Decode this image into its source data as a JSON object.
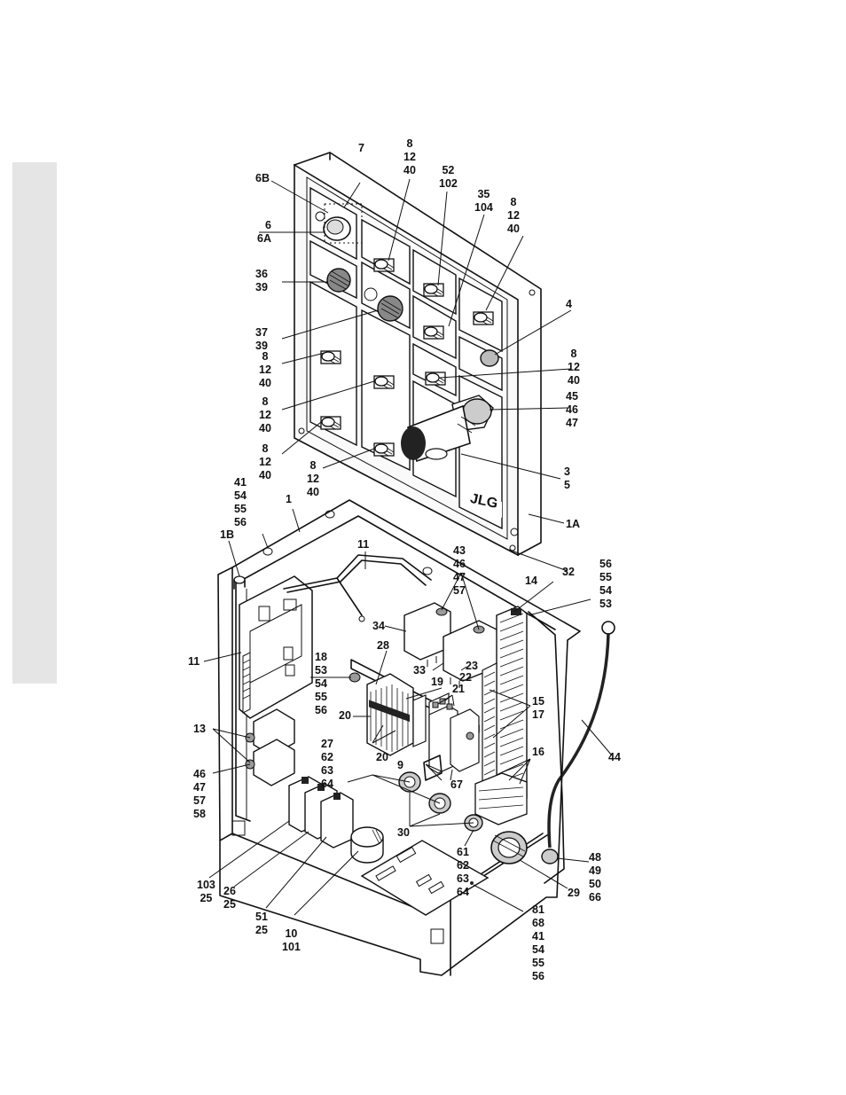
{
  "brand": {
    "logo_text": "JLG"
  },
  "callouts": [
    {
      "id": "c7",
      "text": "7"
    },
    {
      "id": "c8a",
      "text": "8\n12\n40"
    },
    {
      "id": "c52",
      "text": "52\n102"
    },
    {
      "id": "c35",
      "text": "35\n104"
    },
    {
      "id": "c8b",
      "text": "8\n12\n40"
    },
    {
      "id": "c6b",
      "text": "6B"
    },
    {
      "id": "c6",
      "text": "6\n6A"
    },
    {
      "id": "c36",
      "text": "36\n39"
    },
    {
      "id": "c4",
      "text": "4"
    },
    {
      "id": "c37",
      "text": "37\n39"
    },
    {
      "id": "c8c",
      "text": "8\n12\n40"
    },
    {
      "id": "c8d",
      "text": "8\n12\n40"
    },
    {
      "id": "c8e",
      "text": "8\n12\n40"
    },
    {
      "id": "c45",
      "text": "45\n46\n47"
    },
    {
      "id": "c8f",
      "text": "8\n12\n40"
    },
    {
      "id": "c8g",
      "text": "8\n12\n40"
    },
    {
      "id": "c3",
      "text": "3\n5"
    },
    {
      "id": "c41a",
      "text": "41\n54\n55\n56"
    },
    {
      "id": "c1",
      "text": "1"
    },
    {
      "id": "c1a",
      "text": "1A"
    },
    {
      "id": "c1b",
      "text": "1B"
    },
    {
      "id": "c11a",
      "text": "11"
    },
    {
      "id": "c43",
      "text": "43\n46\n47\n57"
    },
    {
      "id": "c32",
      "text": "32"
    },
    {
      "id": "c56a",
      "text": "56\n55\n54\n53"
    },
    {
      "id": "c14",
      "text": "14"
    },
    {
      "id": "c34",
      "text": "34"
    },
    {
      "id": "c11b",
      "text": "11"
    },
    {
      "id": "c28",
      "text": "28"
    },
    {
      "id": "c18",
      "text": "18\n53\n54\n55\n56"
    },
    {
      "id": "c33",
      "text": "33"
    },
    {
      "id": "c23",
      "text": "23"
    },
    {
      "id": "c22",
      "text": "22"
    },
    {
      "id": "c19",
      "text": "19"
    },
    {
      "id": "c21",
      "text": "21"
    },
    {
      "id": "c15",
      "text": "15\n17"
    },
    {
      "id": "c20a",
      "text": "20"
    },
    {
      "id": "c13",
      "text": "13"
    },
    {
      "id": "c27",
      "text": "27\n62\n63\n64"
    },
    {
      "id": "c20b",
      "text": "20"
    },
    {
      "id": "c44",
      "text": "44"
    },
    {
      "id": "c16",
      "text": "16"
    },
    {
      "id": "c9",
      "text": "9"
    },
    {
      "id": "c46",
      "text": "46\n47\n57\n58"
    },
    {
      "id": "c67",
      "text": "67"
    },
    {
      "id": "c30",
      "text": "30"
    },
    {
      "id": "c61",
      "text": "61\n62\n63\n64"
    },
    {
      "id": "c48",
      "text": "48\n49\n50\n66"
    },
    {
      "id": "c103",
      "text": "103\n25"
    },
    {
      "id": "c26",
      "text": "26\n25"
    },
    {
      "id": "c29",
      "text": "29"
    },
    {
      "id": "c81",
      "text": "81\n68\n41\n54\n55\n56"
    },
    {
      "id": "c51",
      "text": "51\n25"
    },
    {
      "id": "c10",
      "text": "10\n101"
    }
  ]
}
